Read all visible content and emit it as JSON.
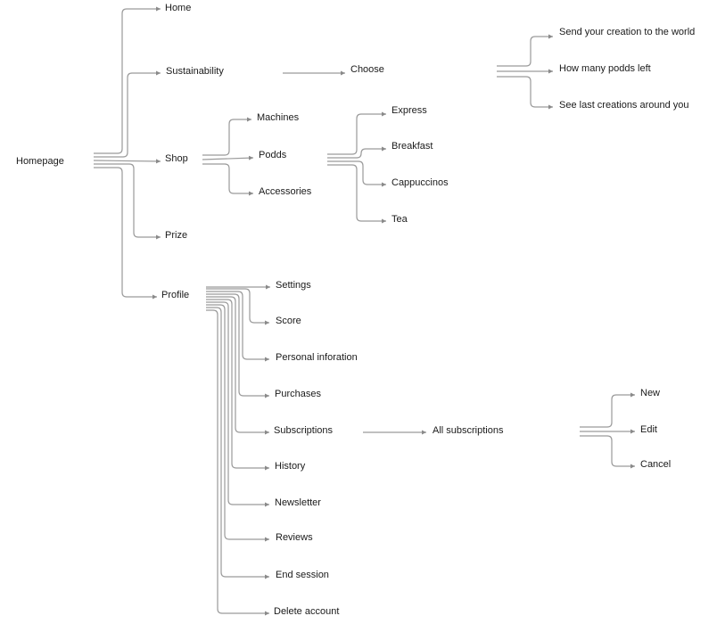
{
  "sitemap": {
    "root": "Homepage",
    "home": "Home",
    "sustainability": "Sustainability",
    "choose": "Choose",
    "choose_children": [
      "Send your creation to the world",
      "How many podds left",
      "See last creations around you"
    ],
    "shop": "Shop",
    "shop_children": [
      "Machines",
      "Podds",
      "Accessories"
    ],
    "podds_children": [
      "Express",
      "Breakfast",
      "Cappuccinos",
      "Tea"
    ],
    "prize": "Prize",
    "profile": "Profile",
    "profile_children": [
      "Settings",
      "Score",
      "Personal inforation",
      "Purchases",
      "Subscriptions",
      "History",
      "Newsletter",
      "Reviews",
      "End session",
      "Delete account"
    ],
    "all_subscriptions": "All subscriptions",
    "subscription_actions": [
      "New",
      "Edit",
      "Cancel"
    ]
  },
  "colors": {
    "line": "#9a9a9a",
    "text": "#1a1a1a",
    "background": "#ffffff"
  }
}
